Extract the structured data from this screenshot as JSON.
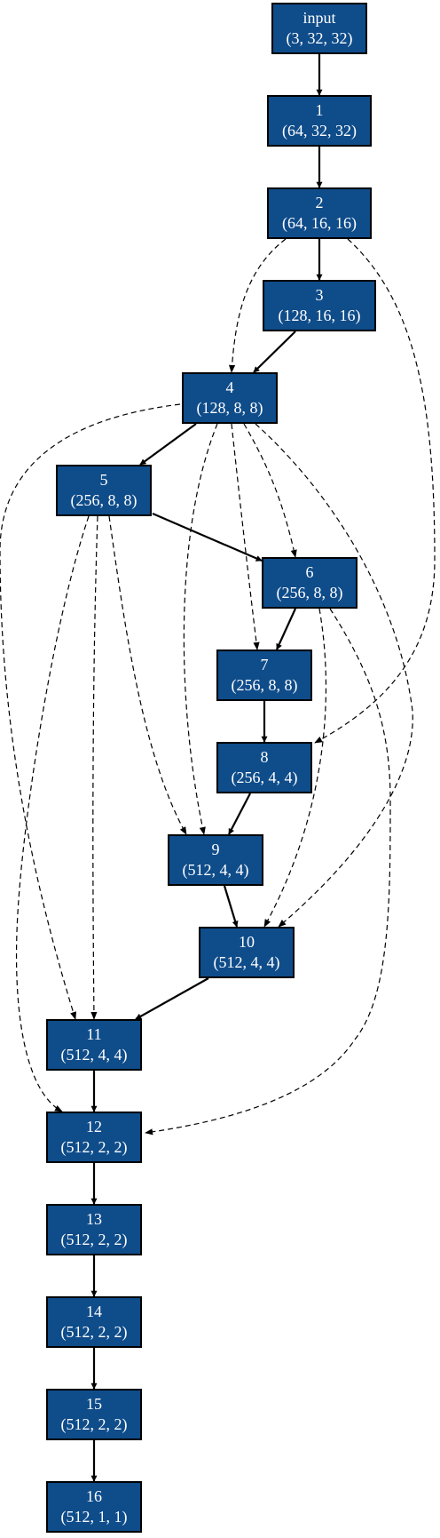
{
  "colors": {
    "node_fill": "#0f4c8a",
    "node_stroke": "#000000",
    "node_text": "#ffffff",
    "edge": "#000000"
  },
  "nodes": [
    {
      "id": "input",
      "label": "input",
      "shape": "(3, 32, 32)"
    },
    {
      "id": "n1",
      "label": "1",
      "shape": "(64, 32, 32)"
    },
    {
      "id": "n2",
      "label": "2",
      "shape": "(64, 16, 16)"
    },
    {
      "id": "n3",
      "label": "3",
      "shape": "(128, 16, 16)"
    },
    {
      "id": "n4",
      "label": "4",
      "shape": "(128, 8, 8)"
    },
    {
      "id": "n5",
      "label": "5",
      "shape": "(256, 8, 8)"
    },
    {
      "id": "n6",
      "label": "6",
      "shape": "(256, 8, 8)"
    },
    {
      "id": "n7",
      "label": "7",
      "shape": "(256, 8, 8)"
    },
    {
      "id": "n8",
      "label": "8",
      "shape": "(256, 4, 4)"
    },
    {
      "id": "n9",
      "label": "9",
      "shape": "(512, 4, 4)"
    },
    {
      "id": "n10",
      "label": "10",
      "shape": "(512, 4, 4)"
    },
    {
      "id": "n11",
      "label": "11",
      "shape": "(512, 4, 4)"
    },
    {
      "id": "n12",
      "label": "12",
      "shape": "(512, 2, 2)"
    },
    {
      "id": "n13",
      "label": "13",
      "shape": "(512, 2, 2)"
    },
    {
      "id": "n14",
      "label": "14",
      "shape": "(512, 2, 2)"
    },
    {
      "id": "n15",
      "label": "15",
      "shape": "(512, 2, 2)"
    },
    {
      "id": "n16",
      "label": "16",
      "shape": "(512, 1, 1)"
    }
  ],
  "edges": [
    {
      "from": "input",
      "to": "n1",
      "style": "solid"
    },
    {
      "from": "n1",
      "to": "n2",
      "style": "solid"
    },
    {
      "from": "n2",
      "to": "n3",
      "style": "solid"
    },
    {
      "from": "n2",
      "to": "n4",
      "style": "dashed"
    },
    {
      "from": "n2",
      "to": "n8",
      "style": "dashed"
    },
    {
      "from": "n3",
      "to": "n4",
      "style": "solid"
    },
    {
      "from": "n4",
      "to": "n5",
      "style": "solid"
    },
    {
      "from": "n4",
      "to": "n6",
      "style": "dashed"
    },
    {
      "from": "n4",
      "to": "n7",
      "style": "dashed"
    },
    {
      "from": "n4",
      "to": "n9",
      "style": "dashed"
    },
    {
      "from": "n4",
      "to": "n10",
      "style": "dashed"
    },
    {
      "from": "n4",
      "to": "n11",
      "style": "dashed"
    },
    {
      "from": "n5",
      "to": "n6",
      "style": "solid"
    },
    {
      "from": "n5",
      "to": "n9",
      "style": "dashed"
    },
    {
      "from": "n5",
      "to": "n11",
      "style": "dashed"
    },
    {
      "from": "n5",
      "to": "n12",
      "style": "dashed"
    },
    {
      "from": "n6",
      "to": "n7",
      "style": "solid"
    },
    {
      "from": "n6",
      "to": "n10",
      "style": "dashed"
    },
    {
      "from": "n6",
      "to": "n12",
      "style": "dashed"
    },
    {
      "from": "n7",
      "to": "n8",
      "style": "solid"
    },
    {
      "from": "n8",
      "to": "n9",
      "style": "solid"
    },
    {
      "from": "n9",
      "to": "n10",
      "style": "solid"
    },
    {
      "from": "n10",
      "to": "n11",
      "style": "solid"
    },
    {
      "from": "n11",
      "to": "n12",
      "style": "solid"
    },
    {
      "from": "n12",
      "to": "n13",
      "style": "solid"
    },
    {
      "from": "n13",
      "to": "n14",
      "style": "solid"
    },
    {
      "from": "n14",
      "to": "n15",
      "style": "solid"
    },
    {
      "from": "n15",
      "to": "n16",
      "style": "solid"
    }
  ]
}
